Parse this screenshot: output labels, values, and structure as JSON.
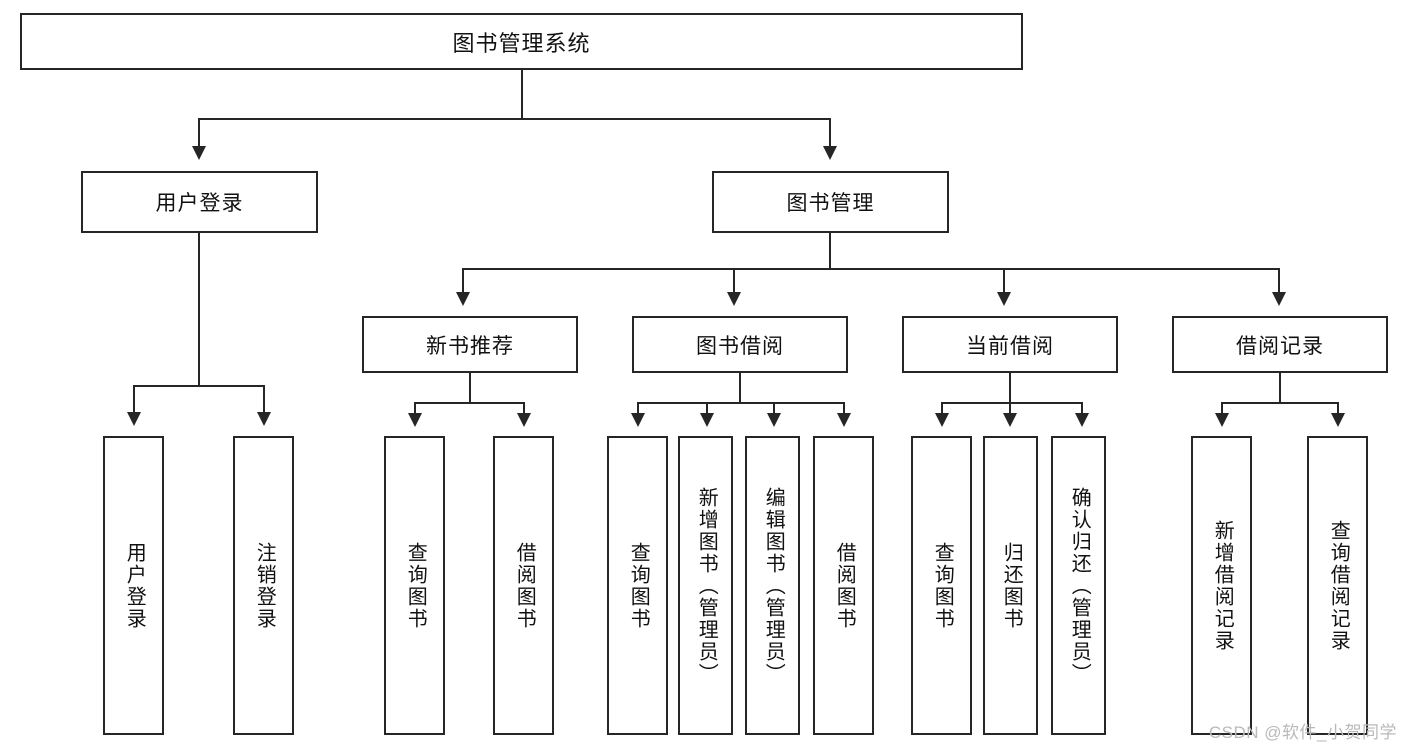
{
  "diagram": {
    "title": "图书管理系统",
    "type": "tree-hierarchy-chart",
    "root": {
      "label": "图书管理系统"
    },
    "level2": [
      {
        "label": "用户登录"
      },
      {
        "label": "图书管理"
      }
    ],
    "level3": [
      {
        "label": "新书推荐"
      },
      {
        "label": "图书借阅"
      },
      {
        "label": "当前借阅"
      },
      {
        "label": "借阅记录"
      }
    ],
    "leaves": {
      "user_login": [
        {
          "label": "用户登录"
        },
        {
          "label": "注销登录"
        }
      ],
      "new_book_recommend": [
        {
          "label": "查询图书"
        },
        {
          "label": "借阅图书"
        }
      ],
      "book_borrow": [
        {
          "label": "查询图书"
        },
        {
          "label": "新增图书（管理员）"
        },
        {
          "label": "编辑图书（管理员）"
        },
        {
          "label": "借阅图书"
        }
      ],
      "current_borrow": [
        {
          "label": "查询图书"
        },
        {
          "label": "归还图书"
        },
        {
          "label": "确认归还（管理员）"
        }
      ],
      "borrow_records": [
        {
          "label": "新增借阅记录"
        },
        {
          "label": "查询借阅记录"
        }
      ]
    }
  },
  "watermark": {
    "text": "CSDN @软件_小贺同学"
  },
  "colors": {
    "stroke": "#262626",
    "background": "#ffffff",
    "text": "#111111",
    "watermark": "#b9b9b9"
  }
}
